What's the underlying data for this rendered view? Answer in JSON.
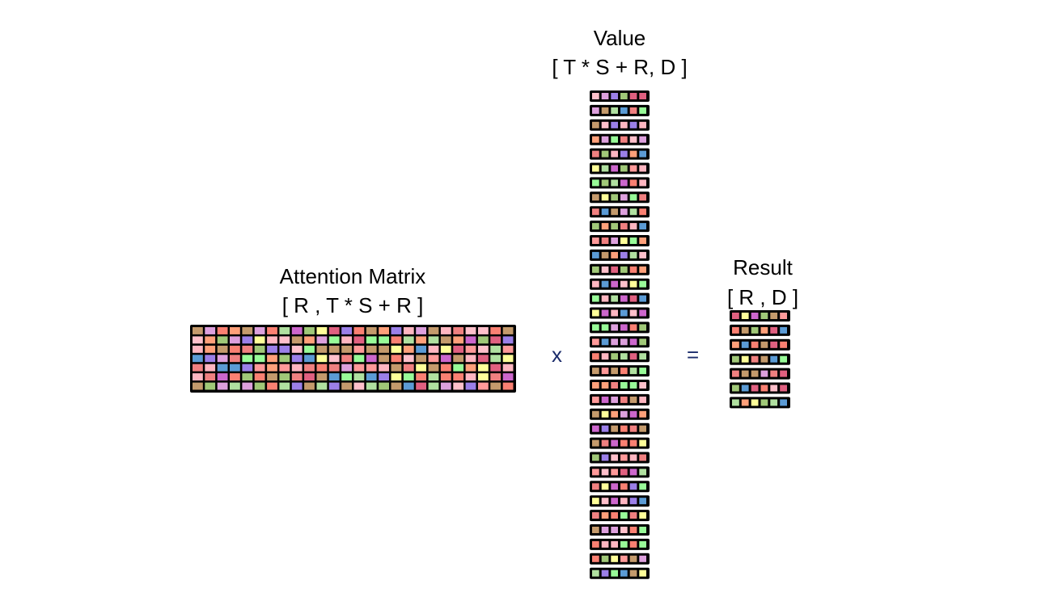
{
  "attention": {
    "title": "Attention Matrix",
    "shape": "[ R , T * S + R ]",
    "rows": 7,
    "cols": 26
  },
  "value": {
    "title": "Value",
    "shape": "[ T * S + R, D ]",
    "rows": 34,
    "cols": 6
  },
  "result": {
    "title": "Result",
    "shape": "[ R , D ]",
    "rows": 7,
    "cols": 6
  },
  "operators": {
    "multiply": "x",
    "equals": "="
  },
  "palette": [
    "#f08080",
    "#fa8072",
    "#ffb6c1",
    "#ffa07a",
    "#ffff99",
    "#98fb98",
    "#a0c878",
    "#c49a6c",
    "#dda0dd",
    "#cc66cc",
    "#9b7fe8",
    "#5b9bd5",
    "#e06080",
    "#ff9999",
    "#b0e0a0",
    "#ffc0cb"
  ]
}
